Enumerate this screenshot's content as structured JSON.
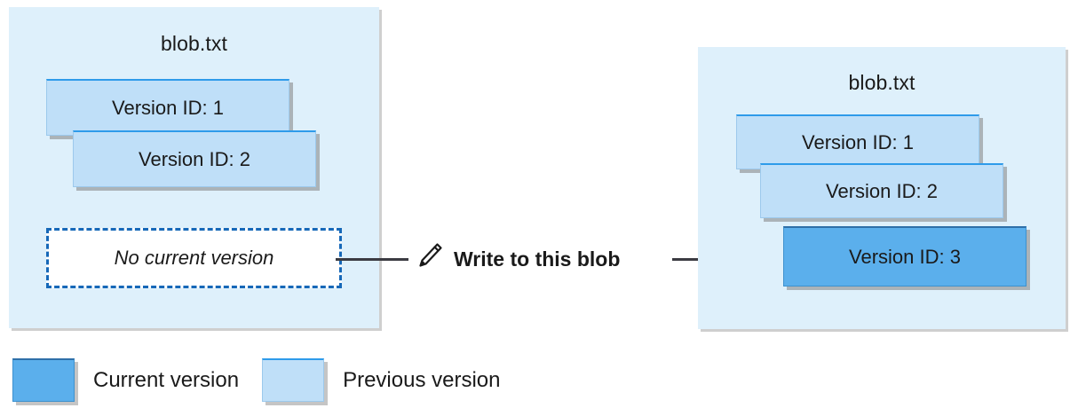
{
  "diagram": {
    "title_left": "blob.txt",
    "title_right": "blob.txt"
  },
  "left_panel": {
    "name": "blob-before-write",
    "title": "blob.txt",
    "versions": [
      {
        "label": "Version ID: 1",
        "state": "previous"
      },
      {
        "label": "Version ID: 2",
        "state": "previous"
      }
    ],
    "current_version_placeholder": "No current version"
  },
  "right_panel": {
    "name": "blob-after-write",
    "title": "blob.txt",
    "versions": [
      {
        "label": "Version ID: 1",
        "state": "previous"
      },
      {
        "label": "Version ID: 2",
        "state": "previous"
      },
      {
        "label": "Version ID: 3",
        "state": "current"
      }
    ]
  },
  "action": {
    "icon": "pencil-icon",
    "label": "Write to this blob"
  },
  "legend": {
    "items": [
      {
        "label": "Current version",
        "swatch": "current"
      },
      {
        "label": "Previous version",
        "swatch": "previous"
      }
    ]
  },
  "colors": {
    "panel_background": "#DEF0FB",
    "previous_version_fill": "#BFDFF8",
    "previous_version_accent": "#2E9BEA",
    "current_version_fill": "#5BAFEC",
    "current_version_accent": "#2E6FA8",
    "dashed_border": "#1668B8",
    "connector": "#3b3b42",
    "text": "#1a1a1a",
    "page_background": "#FFFFFF"
  }
}
